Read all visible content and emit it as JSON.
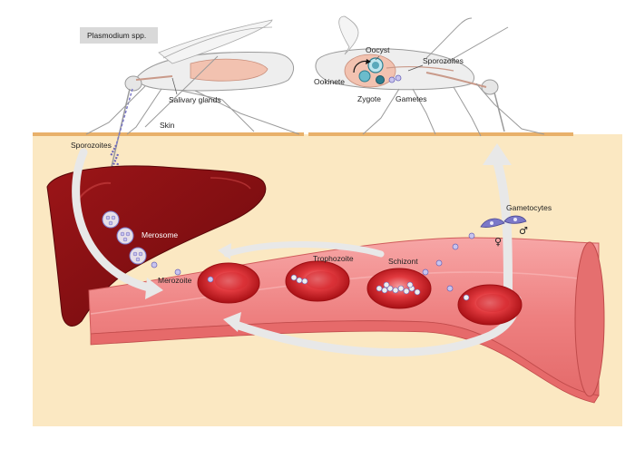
{
  "labels": {
    "title": "Plasmodium spp.",
    "salivary_glands": "Salivary glands",
    "skin": "Skin",
    "sporozoites_left": "Sporozoites",
    "merosome": "Merosome",
    "merozoite": "Merozoite",
    "trophozoite": "Trophozoite",
    "schizont": "Schizont",
    "gametocytes": "Gametocytes",
    "female_symbol": "♀",
    "male_symbol": "♂",
    "oocyst": "Oocyst",
    "sporozoites_right": "Sporozoites",
    "ookinete": "Ookinete",
    "zygote": "Zygote",
    "gametes": "Gametes"
  },
  "colors": {
    "skin_tissue": "#fbe8c2",
    "skin_line": "#e8b06a",
    "liver": "#8b1214",
    "liver_dark": "#6a0a0c",
    "vessel": "#f08a8a",
    "vessel_wall": "#e06a6a",
    "vessel_lumen": "#ee7b7b",
    "rbc": "#c51a1f",
    "rbc_light": "#e9464a",
    "parasite": "#c8c4ee",
    "parasite_edge": "#6a64b8",
    "arrow": "#e8e8e8",
    "mosquito_body": "#eeeeee",
    "mosquito_line": "#9a9a9a",
    "gut": "#f2c2b0"
  }
}
